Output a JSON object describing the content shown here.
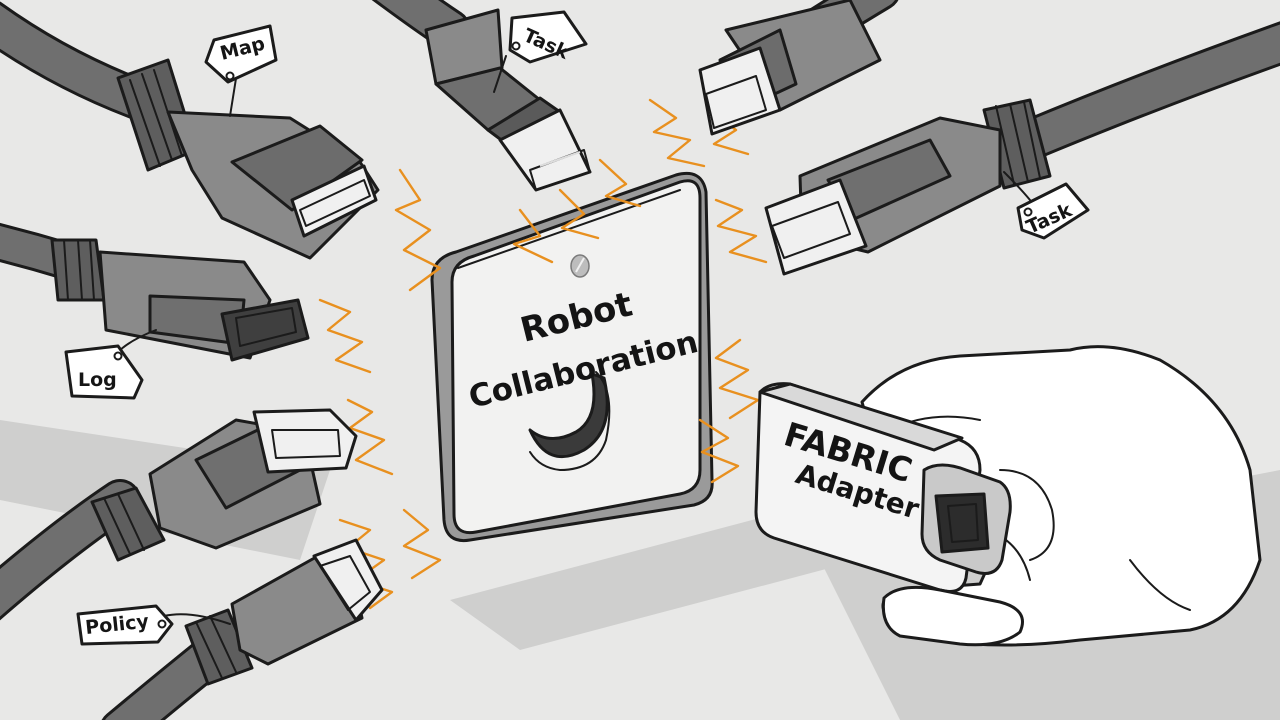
{
  "hub": {
    "line1": "Robot",
    "line2": "Collaboration"
  },
  "adapter": {
    "line1": "FABRIC",
    "line2": "Adapter"
  },
  "tags": {
    "map": "Map",
    "task_top": "Task",
    "task_right": "Task",
    "log": "Log",
    "policy": "Policy"
  },
  "colors": {
    "spark": "#e8901f",
    "connector": "#8a8a8a",
    "cable": "#6f6f6f",
    "background": "#e8e8e7"
  }
}
